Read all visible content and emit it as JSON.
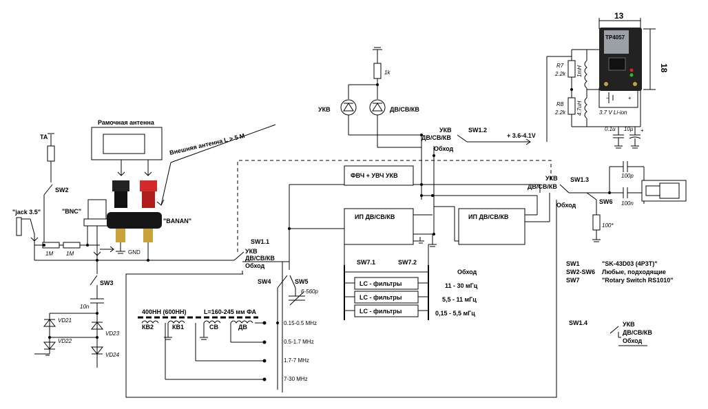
{
  "labels": {
    "ta": "TA",
    "sw2": "SW2",
    "jack": "\"jack 3.5\"",
    "bnc": "\"BNC\"",
    "frame_antenna": "Рамочная антенна",
    "ext_antenna": "Внешняя антенна L > 5 M",
    "banan": "\"BANAN\"",
    "gnd": "GND",
    "r1": "1M",
    "r2": "1M",
    "sw3": "SW3",
    "c10n": "10n",
    "vd21": "VD21",
    "vd22": "VD22",
    "vd23": "VD23",
    "vd24": "VD24",
    "sw1_1": "SW1.1",
    "sw1_2": "SW1.2",
    "sw1_3": "SW1.3",
    "sw1_4": "SW1.4",
    "ukv": "УКВ",
    "dv_sv_kv": "ДВ/СВ/КВ",
    "obhod": "Обход",
    "sw4": "SW4",
    "sw5": "SW5",
    "c_var": "6-560p",
    "r1k": "1k",
    "led_ukv": "УКВ",
    "led_dv": "ДВ/СВ/КВ",
    "supply": "+ 3.6-4.1V",
    "r7": "R7",
    "r7v": "2.2k",
    "r8": "R8",
    "r8v": "2.2k",
    "l1": "1mH",
    "l2": "4.7uH",
    "batt": "3.7 V Li-ion",
    "c01": "0.1u",
    "c10u": "10µ",
    "dim13": "13",
    "dim18": "18",
    "tp4057": "TP4057",
    "block_fvch": "ФВЧ + УВЧ УКВ",
    "block_ip1": "ИП ДВ/СВ/КВ",
    "block_ip2": "ИП ДВ/СВ/КВ",
    "sw6": "SW6",
    "c100p": "100p",
    "c100n": "100n",
    "r100": "100*",
    "sw7_1": "SW7.1",
    "sw7_2": "SW7.2",
    "lc": "LC - фильтры",
    "band1": "11 - 30 мГц",
    "band2": "5,5 - 11 мГц",
    "band3": "0,15 - 5,5 мГц",
    "ferrite": "400НН  (600НН)",
    "l_len": "L=160-245 мм  ФА",
    "kv2": "КВ2",
    "kv1": "КВ1",
    "sv": "СВ",
    "dv": "ДВ",
    "f1": "0.15-0.5 MHz",
    "f2": "0.5-1.7 MHz",
    "f3": "1.7-7 MHz",
    "f4": "7-30 MHz"
  },
  "legend": [
    {
      "key": "SW1",
      "value": "\"SK-43D03 (4P3T)\""
    },
    {
      "key": "SW2-SW6",
      "value": "Любые, подходящие"
    },
    {
      "key": "SW7",
      "value": "\"Rotary Switch RS1010\""
    }
  ]
}
